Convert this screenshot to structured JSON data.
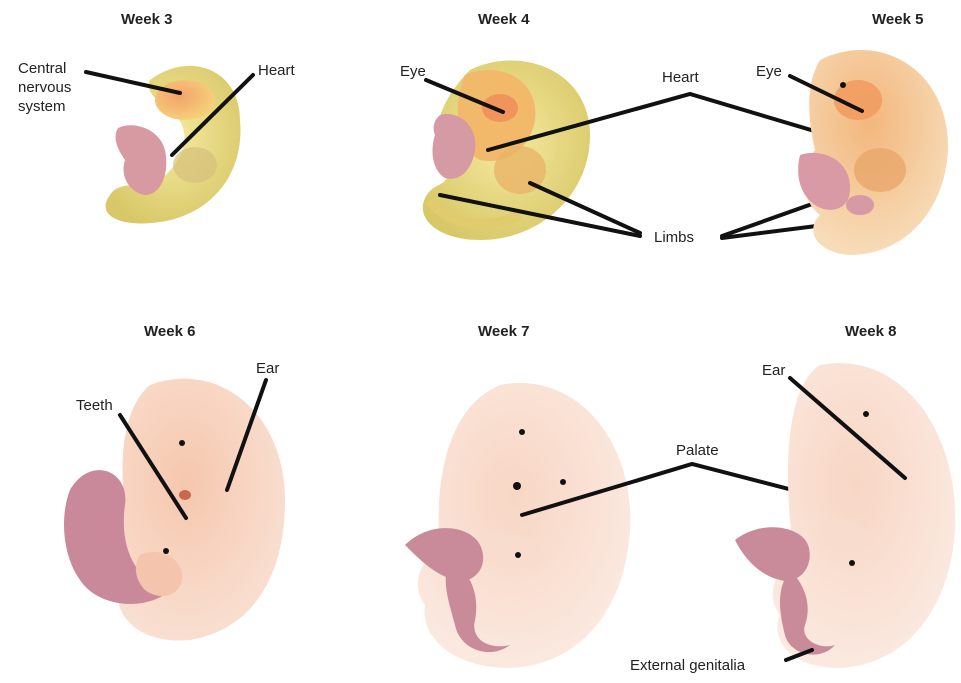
{
  "panels": {
    "week3": {
      "title": "Week 3",
      "labels": {
        "cns_line1": "Central",
        "cns_line2": "nervous",
        "cns_line3": "system",
        "heart": "Heart"
      }
    },
    "week4": {
      "title": "Week 4",
      "labels": {
        "eye": "Eye",
        "heart": "Heart",
        "limbs": "Limbs"
      }
    },
    "week5": {
      "title": "Week 5",
      "labels": {
        "eye": "Eye"
      }
    },
    "week6": {
      "title": "Week 6",
      "labels": {
        "ear": "Ear",
        "teeth": "Teeth"
      }
    },
    "week7": {
      "title": "Week 7",
      "labels": {
        "palate": "Palate"
      }
    },
    "week8": {
      "title": "Week 8",
      "labels": {
        "ear": "Ear",
        "external_genitalia": "External genitalia"
      }
    }
  },
  "colors": {
    "yolk_yellow": "#e8d87a",
    "embryo_orange": "#f0b86a",
    "embryo_peach": "#f3c9b0",
    "limb_pink": "#c98c9b",
    "leader_line": "#111111"
  }
}
